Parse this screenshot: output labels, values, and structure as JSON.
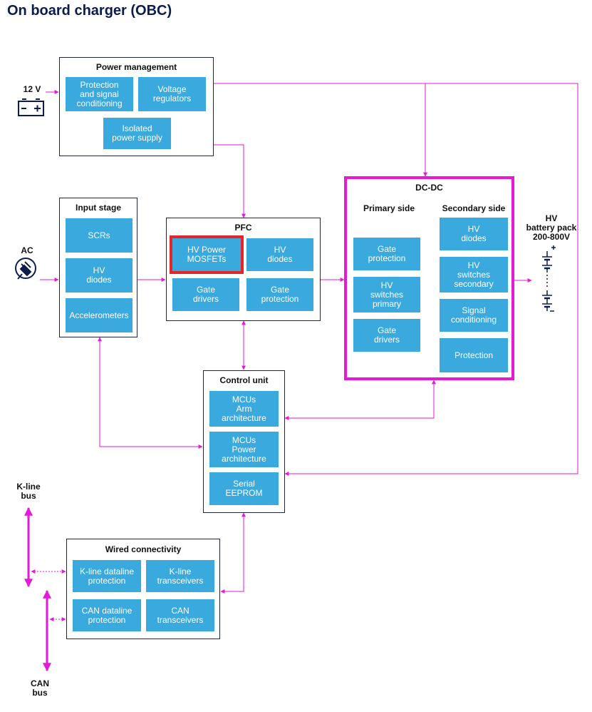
{
  "page_title": "On board charger (OBC)",
  "colors": {
    "accent": "#e619d8",
    "component": "#3aa9de",
    "highlight": "#e3262a",
    "border": "#1c2541"
  },
  "power_management": {
    "title": "Power management",
    "items": [
      "Protection\nand signal\nconditioning",
      "Voltage\nregulators",
      "Isolated\npower supply"
    ]
  },
  "input_stage": {
    "title": "Input stage",
    "items": [
      "SCRs",
      "HV\ndiodes",
      "Accelerometers"
    ]
  },
  "pfc": {
    "title": "PFC",
    "items": [
      "HV Power\nMOSFETs",
      "HV\ndiodes",
      "Gate\ndrivers",
      "Gate\nprotection"
    ]
  },
  "dcdc": {
    "title": "DC-DC",
    "primary_title": "Primary side",
    "secondary_title": "Secondary side",
    "primary_items": [
      "Gate\nprotection",
      "HV\nswitches\nprimary",
      "Gate\ndrivers"
    ],
    "secondary_items": [
      "HV\ndiodes",
      "HV\nswitches\nsecondary",
      "Signal\nconditioning",
      "Protection"
    ]
  },
  "control_unit": {
    "title": "Control unit",
    "items": [
      "MCUs\nArm\narchitecture",
      "MCUs\nPower\narchitecture",
      "Serial\nEEPROM"
    ]
  },
  "wired_connectivity": {
    "title": "Wired connectivity",
    "items": [
      "K-line dataline\nprotection",
      "K-line\ntransceivers",
      "CAN dataline\nprotection",
      "CAN\ntransceivers"
    ]
  },
  "labels": {
    "v12": "12 V",
    "ac": "AC",
    "hv_battery": "HV\nbattery pack\n200-800V",
    "kline_bus": "K-line\nbus",
    "can_bus": "CAN\nbus"
  },
  "icons": [
    "battery-12v-icon",
    "ac-plug-icon",
    "hv-battery-icon"
  ]
}
